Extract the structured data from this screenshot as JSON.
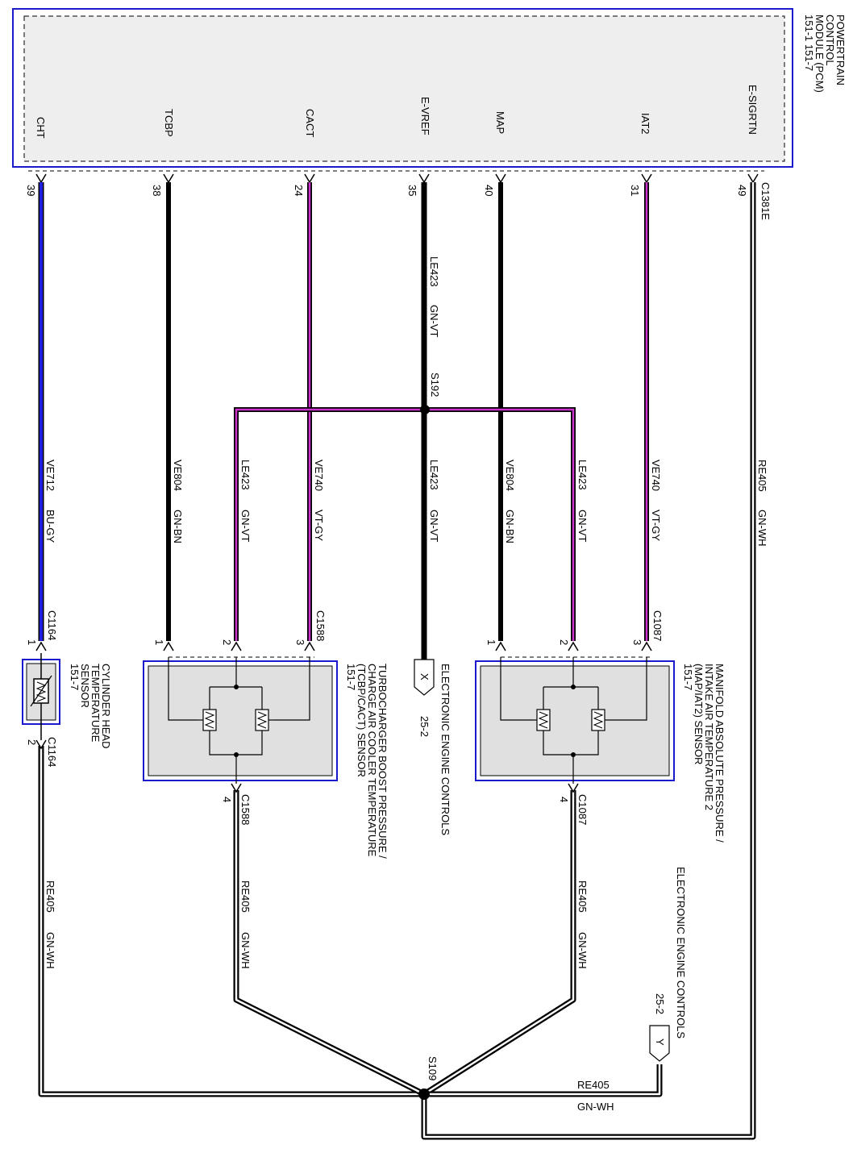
{
  "module": {
    "title_lines": [
      "POWERTRAIN",
      "CONTROL",
      "MODULE (PCM)",
      "151-1    151-7"
    ],
    "connector": "C1381E",
    "pins": [
      {
        "label": "CHT",
        "number": "39"
      },
      {
        "label": "TCBP",
        "number": "38"
      },
      {
        "label": "CACT",
        "number": "24"
      },
      {
        "label": "E-VREF",
        "number": "35"
      },
      {
        "label": "MAP",
        "number": "40"
      },
      {
        "label": "IAT2",
        "number": "31"
      },
      {
        "label": "E-SIGRTN",
        "number": "49"
      }
    ]
  },
  "circuits": {
    "c_cht": {
      "id": "VE712",
      "color": "BU-GY"
    },
    "c_tcbp": {
      "id": "VE804",
      "color": "GN-BN"
    },
    "c_tcbp_ref": {
      "id": "LE423",
      "color": "GN-VT"
    },
    "c_cact": {
      "id": "VE740",
      "color": "VT-GY"
    },
    "c_vref_top": {
      "id": "LE423",
      "color": "GN-VT"
    },
    "c_vref_mid": {
      "id": "LE423",
      "color": "GN-VT"
    },
    "c_map": {
      "id": "VE804",
      "color": "GN-BN"
    },
    "c_map_ref": {
      "id": "LE423",
      "color": "GN-VT"
    },
    "c_iat2": {
      "id": "VE740",
      "color": "VT-GY"
    },
    "c_rtn_pcm": {
      "id": "RE405",
      "color": "GN-WH"
    },
    "c_rtn_cht": {
      "id": "RE405",
      "color": "GN-WH"
    },
    "c_rtn_tcbp": {
      "id": "RE405",
      "color": "GN-WH"
    },
    "c_rtn_map": {
      "id": "RE405",
      "color": "GN-WH"
    },
    "c_rtn_y_id": "RE405",
    "c_rtn_y_color": "GN-WH"
  },
  "splices": {
    "s192": "S192",
    "s109": "S109"
  },
  "connectors": {
    "c1164": "C1164",
    "c1588": "C1588",
    "c1087": "C1087"
  },
  "pin_numbers": {
    "p1": "1",
    "p2": "2",
    "p3": "3",
    "p4": "4"
  },
  "components": {
    "cht_lines": [
      "CYLINDER HEAD",
      "TEMPERATURE",
      "SENSOR",
      "151-7"
    ],
    "tcbp_lines": [
      "TURBOCHARGER BOOST PRESSURE /",
      "CHARGE AIR COOLER TEMPERATURE",
      "(TCBP/CACT) SENSOR",
      "151-7"
    ],
    "map_lines": [
      "MANIFOLD ABSOLUTE PRESSURE /",
      "INTAKE AIR TEMPERATURE 2",
      "(MAP/IAT2) SENSOR",
      "151-7"
    ]
  },
  "references": {
    "x_letter": "X",
    "x_label": "ELECTRONIC ENGINE CONTROLS",
    "x_page": "25-2",
    "y_letter": "Y",
    "y_label": "ELECTRONIC ENGINE CONTROLS",
    "y_page": "25-2"
  },
  "colors": {
    "module_border": "#1a1acc",
    "module_fill": "#eeeeee",
    "wire_blue": "#1f1fe0",
    "wire_violet": "#cc33cc",
    "wire_black": "#000000"
  }
}
